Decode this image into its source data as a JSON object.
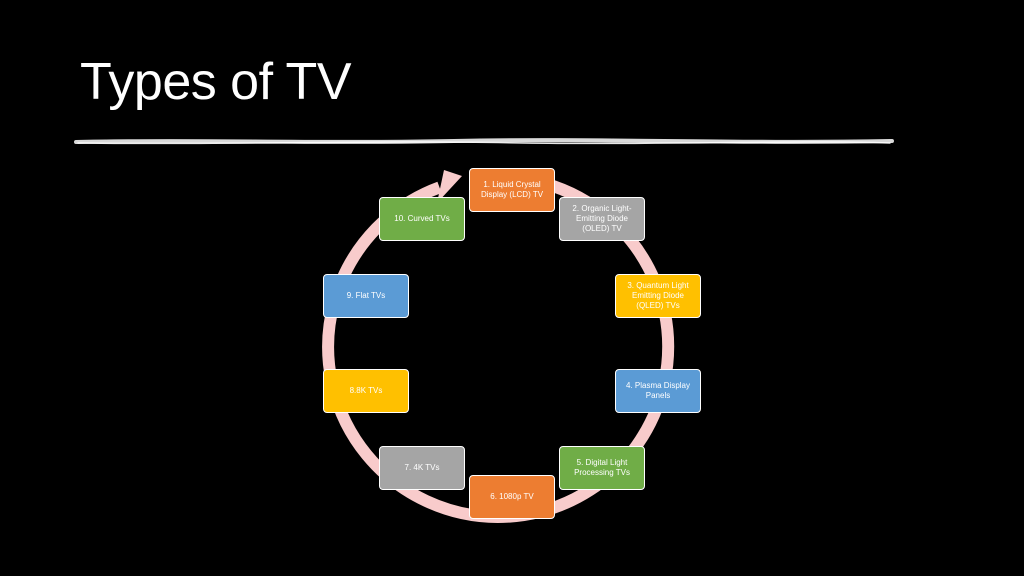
{
  "slide": {
    "title": "Types of TV"
  },
  "cycle": {
    "colors": {
      "orange": "#ED7D31",
      "gray": "#A5A5A5",
      "gold": "#FFC000",
      "blue": "#5B9BD5",
      "green": "#70AD47",
      "ring": "#F8CBCB"
    },
    "items": [
      {
        "label": "1. Liquid Crystal Display (LCD) TV",
        "color": "#ED7D31"
      },
      {
        "label": "2. Organic Light-Emitting Diode (OLED) TV",
        "color": "#A5A5A5"
      },
      {
        "label": "3. Quantum Light Emitting Diode (QLED) TVs",
        "color": "#FFC000"
      },
      {
        "label": "4. Plasma Display Panels",
        "color": "#5B9BD5"
      },
      {
        "label": "5. Digital Light Processing TVs",
        "color": "#70AD47"
      },
      {
        "label": "6. 1080p TV",
        "color": "#ED7D31"
      },
      {
        "label": "7. 4K TVs",
        "color": "#A5A5A5"
      },
      {
        "label": "8.8K TVs",
        "color": "#FFC000"
      },
      {
        "label": "9. Flat TVs",
        "color": "#5B9BD5"
      },
      {
        "label": "10. Curved TVs",
        "color": "#70AD47"
      }
    ]
  }
}
